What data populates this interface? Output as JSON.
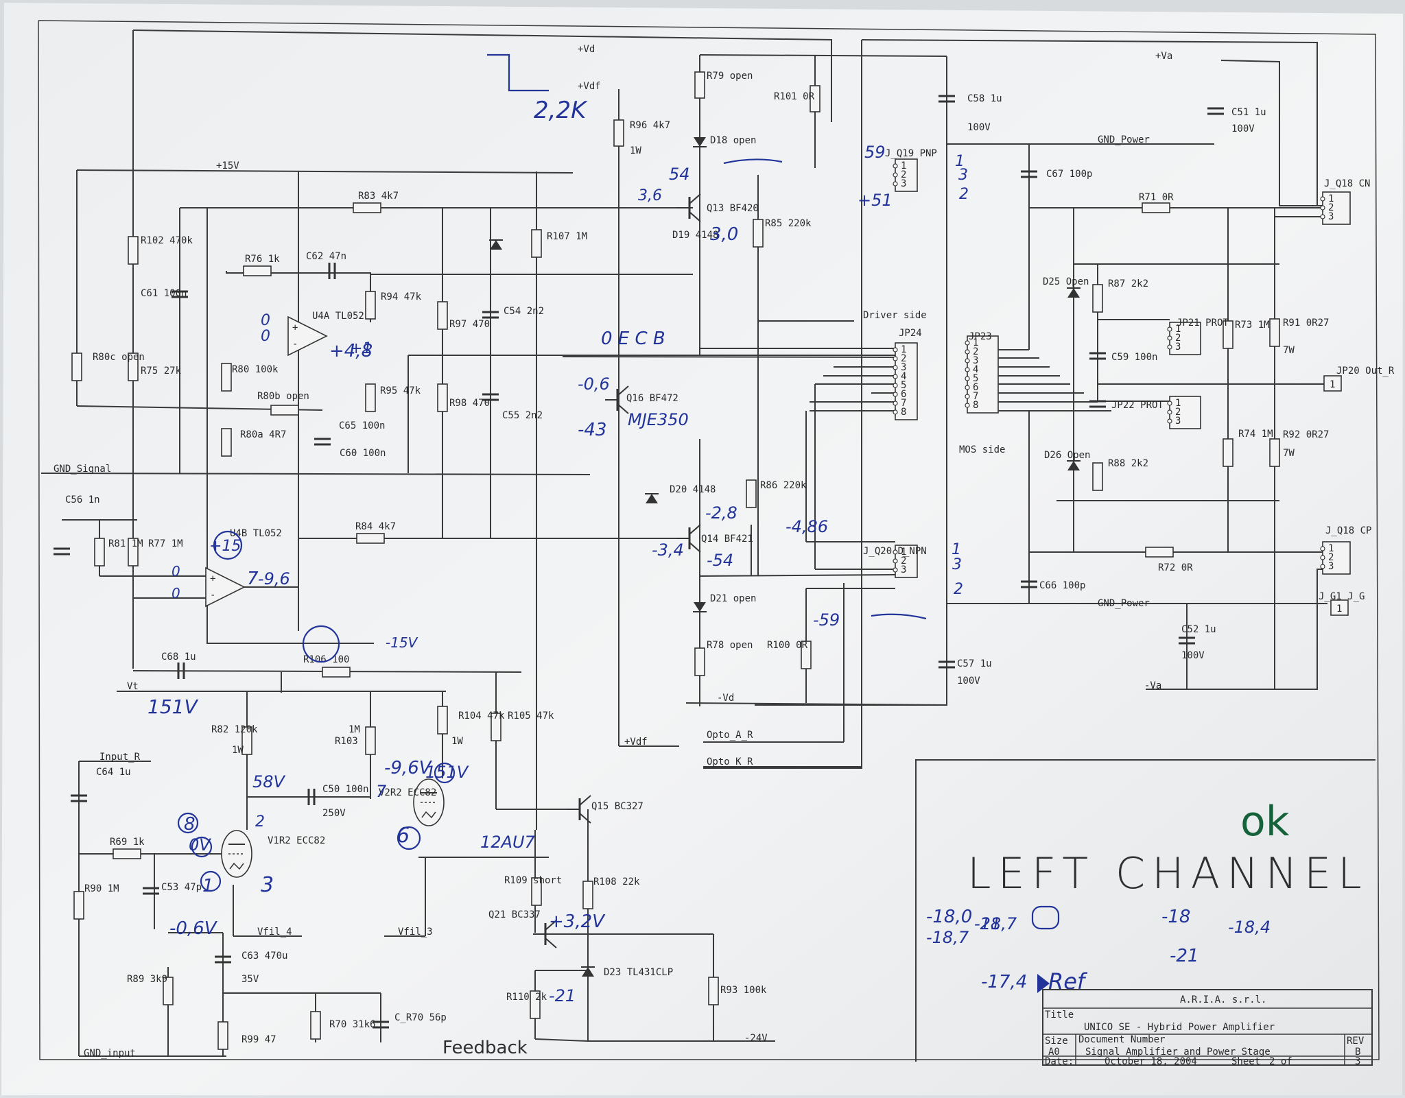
{
  "sheet": {
    "title_big": "LEFT CHANNEL",
    "ok_mark": "ok",
    "company": "A.R.I.A. s.r.l.",
    "title_label": "Title",
    "title": "UNICO SE - Hybrid Power Amplifier",
    "size_label": "Size",
    "size": "A0",
    "docnum_label": "Document Number",
    "docnum": "Signal Amplifier and Power Stage",
    "rev_label": "REV",
    "rev": "B",
    "date_label": "Date:",
    "date": "October 18, 2004",
    "sheet_label": "Sheet",
    "sheet_of": "2 of",
    "sheet_total": "3"
  },
  "nets": [
    {
      "label": "+Vd"
    },
    {
      "label": "+Vdf"
    },
    {
      "label": "+15V"
    },
    {
      "label": "+Va"
    },
    {
      "label": "GND_Power"
    },
    {
      "label": "GND_Power"
    },
    {
      "label": "GND_Signal"
    },
    {
      "label": "-Vd"
    },
    {
      "label": "-Va"
    },
    {
      "label": "Vt"
    },
    {
      "label": "Input_R"
    },
    {
      "label": "Vfil_4"
    },
    {
      "label": "Vfil_3"
    },
    {
      "label": "GND_input"
    },
    {
      "label": "-24V"
    },
    {
      "label": "+Vdf"
    },
    {
      "label": "Opto_A_R"
    },
    {
      "label": "Opto_K_R"
    },
    {
      "label": "Driver side"
    },
    {
      "label": "MOS side"
    },
    {
      "label": "Feedback"
    }
  ],
  "parts": [
    {
      "ref": "R79",
      "val": "open"
    },
    {
      "ref": "R101",
      "val": "0R"
    },
    {
      "ref": "C58",
      "val": "1u"
    },
    {
      "ref": "",
      "val": "100V"
    },
    {
      "ref": "C51",
      "val": "1u"
    },
    {
      "ref": "",
      "val": "100V"
    },
    {
      "ref": "R96",
      "val": "4k7"
    },
    {
      "ref": "",
      "val": "1W"
    },
    {
      "ref": "D18",
      "val": "open"
    },
    {
      "ref": "C67",
      "val": "100p"
    },
    {
      "ref": "R71",
      "val": "0R"
    },
    {
      "ref": "J_Q18",
      "val": "CN"
    },
    {
      "ref": "R102",
      "val": "470k"
    },
    {
      "ref": "R83",
      "val": "4k7"
    },
    {
      "ref": "Q13",
      "val": "BF420"
    },
    {
      "ref": "J_Q19",
      "val": "PNP"
    },
    {
      "ref": "R85",
      "val": "220k"
    },
    {
      "ref": "D19",
      "val": "4148"
    },
    {
      "ref": "R107",
      "val": "1M"
    },
    {
      "ref": "R76",
      "val": "1k"
    },
    {
      "ref": "C62",
      "val": "47n"
    },
    {
      "ref": "C61",
      "val": "100n"
    },
    {
      "ref": "R94",
      "val": "47k"
    },
    {
      "ref": "R97",
      "val": "470"
    },
    {
      "ref": "C54",
      "val": "2n2"
    },
    {
      "ref": "U4A",
      "val": "TL052"
    },
    {
      "ref": "D25",
      "val": "Open"
    },
    {
      "ref": "R87",
      "val": "2k2"
    },
    {
      "ref": "R73",
      "val": "1M"
    },
    {
      "ref": "R91",
      "val": "0R27"
    },
    {
      "ref": "",
      "val": "7W"
    },
    {
      "ref": "JP21",
      "val": "PROT"
    },
    {
      "ref": "R80c",
      "val": "open"
    },
    {
      "ref": "R75",
      "val": "27k"
    },
    {
      "ref": "R80",
      "val": "100k"
    },
    {
      "ref": "JP24",
      "val": ""
    },
    {
      "ref": "JP23",
      "val": ""
    },
    {
      "ref": "C59",
      "val": "100n"
    },
    {
      "ref": "JP20",
      "val": "Out_R"
    },
    {
      "ref": "R95",
      "val": "47k"
    },
    {
      "ref": "R98",
      "val": "470"
    },
    {
      "ref": "C55",
      "val": "2n2"
    },
    {
      "ref": "Q16",
      "val": "BF472"
    },
    {
      "ref": "R80b",
      "val": "open"
    },
    {
      "ref": "C65",
      "val": "100n"
    },
    {
      "ref": "R80a",
      "val": "4R7"
    },
    {
      "ref": "C60",
      "val": "100n"
    },
    {
      "ref": "JP22",
      "val": "PROT"
    },
    {
      "ref": "R74",
      "val": "1M"
    },
    {
      "ref": "R92",
      "val": "0R27"
    },
    {
      "ref": "",
      "val": "7W"
    },
    {
      "ref": "D26",
      "val": "Open"
    },
    {
      "ref": "R88",
      "val": "2k2"
    },
    {
      "ref": "D20",
      "val": "4148"
    },
    {
      "ref": "R86",
      "val": "220k"
    },
    {
      "ref": "C56",
      "val": "1n"
    },
    {
      "ref": "R81",
      "val": "1M"
    },
    {
      "ref": "R77",
      "val": "1M"
    },
    {
      "ref": "U4B",
      "val": "TL052"
    },
    {
      "ref": "R84",
      "val": "4k7"
    },
    {
      "ref": "Q14",
      "val": "BF421"
    },
    {
      "ref": "J_Q20",
      "val": "D_NPN"
    },
    {
      "ref": "R72",
      "val": "0R"
    },
    {
      "ref": "J_Q18",
      "val": "CP"
    },
    {
      "ref": "C66",
      "val": "100p"
    },
    {
      "ref": "J_G1",
      "val": "J_G"
    },
    {
      "ref": "D21",
      "val": "open"
    },
    {
      "ref": "C52",
      "val": "1u"
    },
    {
      "ref": "",
      "val": "100V"
    },
    {
      "ref": "R78",
      "val": "open"
    },
    {
      "ref": "R100",
      "val": "0R"
    },
    {
      "ref": "C57",
      "val": "1u"
    },
    {
      "ref": "",
      "val": "100V"
    },
    {
      "ref": "C68",
      "val": "1u"
    },
    {
      "ref": "R106",
      "val": "100"
    },
    {
      "ref": "R82",
      "val": "120k"
    },
    {
      "ref": "",
      "val": "1W"
    },
    {
      "ref": "",
      "val": "1M"
    },
    {
      "ref": "R103",
      "val": ""
    },
    {
      "ref": "R104",
      "val": "47k"
    },
    {
      "ref": "",
      "val": "1W"
    },
    {
      "ref": "R105",
      "val": "47k"
    },
    {
      "ref": "C64",
      "val": "1u"
    },
    {
      "ref": "C50",
      "val": "100n"
    },
    {
      "ref": "",
      "val": "250V"
    },
    {
      "ref": "V2R2",
      "val": "ECC82"
    },
    {
      "ref": "Q15",
      "val": "BC327"
    },
    {
      "ref": "R69",
      "val": "1k"
    },
    {
      "ref": "V1R2",
      "val": "ECC82"
    },
    {
      "ref": "R90",
      "val": "1M"
    },
    {
      "ref": "C53",
      "val": "47p"
    },
    {
      "ref": "R109",
      "val": "short"
    },
    {
      "ref": "R108",
      "val": "22k"
    },
    {
      "ref": "Q21",
      "val": "BC337"
    },
    {
      "ref": "D23",
      "val": "TL431CLP"
    },
    {
      "ref": "C63",
      "val": "470u"
    },
    {
      "ref": "",
      "val": "35V"
    },
    {
      "ref": "R89",
      "val": "3k9"
    },
    {
      "ref": "R93",
      "val": "100k"
    },
    {
      "ref": "R110",
      "val": "2k"
    },
    {
      "ref": "R99",
      "val": "47"
    },
    {
      "ref": "R70",
      "val": "31k6"
    },
    {
      "ref": "C_R70",
      "val": "56p"
    }
  ],
  "pins": [
    "1",
    "2",
    "3",
    "4",
    "5",
    "6",
    "7",
    "8"
  ],
  "handwriting": [
    "2,2K",
    "59",
    "54",
    "+51",
    "1",
    "3",
    "2",
    "3,6",
    "3,0",
    "+4,8",
    "+1",
    "0",
    "0",
    "0 E C B",
    "-0,6",
    "-43",
    "MJE350",
    "-2,8",
    "-3,4",
    "-54",
    "-4,86",
    "1",
    "3",
    "2",
    "-59",
    "+15",
    "0",
    "0",
    "7",
    "-9,6",
    "-15V",
    "151V",
    "58V",
    "-9,6V",
    "7",
    "151V",
    "6",
    "8",
    "0V",
    "2",
    "1",
    "3",
    "12AU7",
    "-0,6V",
    "+3,2V",
    "-18,0",
    "-18,7",
    "-21",
    "-18,7",
    "-21",
    "-18",
    "-18,4",
    "-21",
    "-17,4",
    "Ref",
    "1"
  ],
  "colors": {
    "ink": "#22349a",
    "ok": "#16623a",
    "paper": "#f0f1f2",
    "line": "#3a3a3a"
  }
}
